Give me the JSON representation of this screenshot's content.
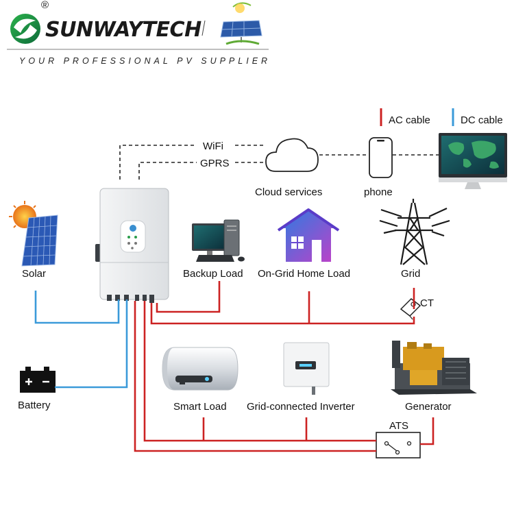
{
  "brand": {
    "name": "SUNWAYTECH",
    "tagline": "YOUR PROFESSIONAL PV SUPPLIER",
    "registered_mark": "®"
  },
  "legend": {
    "ac": "AC cable",
    "dc": "DC cable",
    "ac_color": "#cc2222",
    "dc_color": "#3a9ad9"
  },
  "links": {
    "wifi": "WiFi",
    "gprs": "GPRS"
  },
  "nodes": {
    "cloud": "Cloud services",
    "phone": "phone",
    "solar": "Solar",
    "battery": "Battery",
    "backup_load": "Backup Load",
    "home_load": "On-Grid Home Load",
    "grid": "Grid",
    "ct": "CT",
    "smart_load": "Smart Load",
    "grid_inverter": "Grid-connected Inverter",
    "generator": "Generator",
    "ats": "ATS"
  },
  "icons": [
    "logo-icon",
    "solar-panel-logo-icon",
    "cloud-icon",
    "phone-icon",
    "monitor-icon",
    "sun-icon",
    "solar-panel-icon",
    "battery-icon",
    "hybrid-inverter-icon",
    "desktop-computer-icon",
    "house-icon",
    "transmission-tower-icon",
    "ct-sensor-icon",
    "water-heater-icon",
    "grid-inverter-icon",
    "generator-icon",
    "ats-switch-icon"
  ]
}
